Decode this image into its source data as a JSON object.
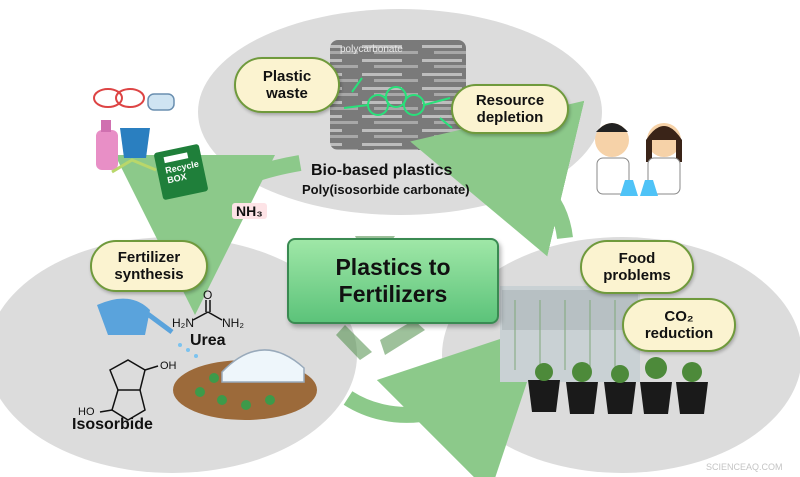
{
  "title": "Plastics to\nFertilizers",
  "top_section": {
    "bubble_plastic_waste": "Plastic\nwaste",
    "bubble_resource_depletion": "Resource\ndepletion",
    "product_name": "Bio-based plastics",
    "product_subtitle": "Poly(isosorbide carbonate)",
    "texture_word": "polycarbonate"
  },
  "left_section": {
    "bubble_fertilizer_synthesis": "Fertilizer\nsynthesis",
    "urea_label": "Urea",
    "isosorbide_label": "Isosorbide",
    "urea_left_group": "H₂N",
    "urea_right_group": "NH₂",
    "urea_top_atom": "O",
    "isosorbide_oh": "OH",
    "isosorbide_ho": "HO"
  },
  "right_section": {
    "bubble_food_problems": "Food\nproblems",
    "bubble_co2_reduction": "CO₂\nreduction"
  },
  "ammonia_label": "NH₃",
  "recycle_box_text": "Recycle\nBOX",
  "watermark": "SCIENCEAQ.COM",
  "colors": {
    "ellipse_gray": "#dcdcdc",
    "bubble_fill": "#fbf3d0",
    "bubble_border": "#6f9a3c",
    "arrow_green": "#8cc98a",
    "title_green": "#6cce86",
    "recycle_green": "#3f7f3a"
  }
}
